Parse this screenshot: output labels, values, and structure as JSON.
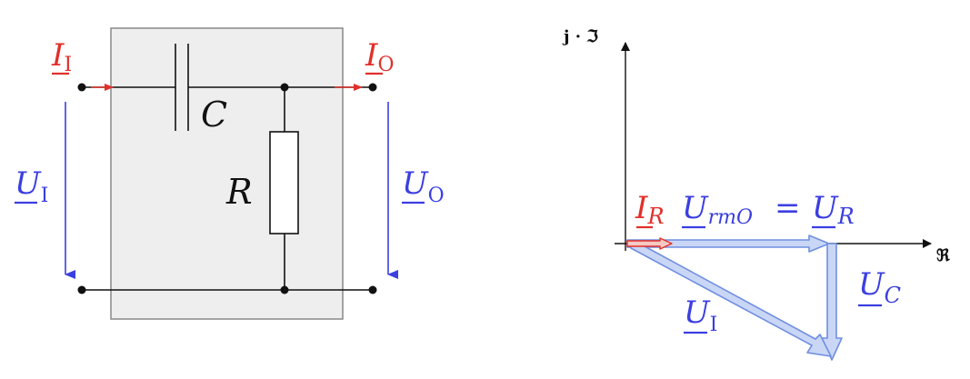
{
  "colors": {
    "current": "#e0302a",
    "voltage": "#3b3fe0",
    "wire": "#111111",
    "box_fill": "#eeeeee",
    "box_stroke": "#888888",
    "phasor_fill": "#c9d6f5",
    "phasor_stroke": "#6f8fe0"
  },
  "circuit": {
    "input_current": {
      "symbol": "I",
      "subscript": "I"
    },
    "output_current": {
      "symbol": "I",
      "subscript": "O"
    },
    "input_voltage": {
      "symbol": "U",
      "subscript": "I"
    },
    "output_voltage": {
      "symbol": "U",
      "subscript": "O"
    },
    "capacitor_label": "C",
    "resistor_label": "R"
  },
  "phasor": {
    "imag_axis_label": "j · ℑ",
    "real_axis_label": "ℜ",
    "current_label": {
      "symbol": "I",
      "subscript": "R"
    },
    "equation_lhs": {
      "symbol": "U",
      "subscript": "rmO"
    },
    "equation_eq": "=",
    "equation_rhs": {
      "symbol": "U",
      "subscript": "R"
    },
    "cap_voltage_label": {
      "symbol": "U",
      "subscript": "C"
    },
    "input_voltage_label": {
      "symbol": "U",
      "subscript": "I"
    }
  }
}
